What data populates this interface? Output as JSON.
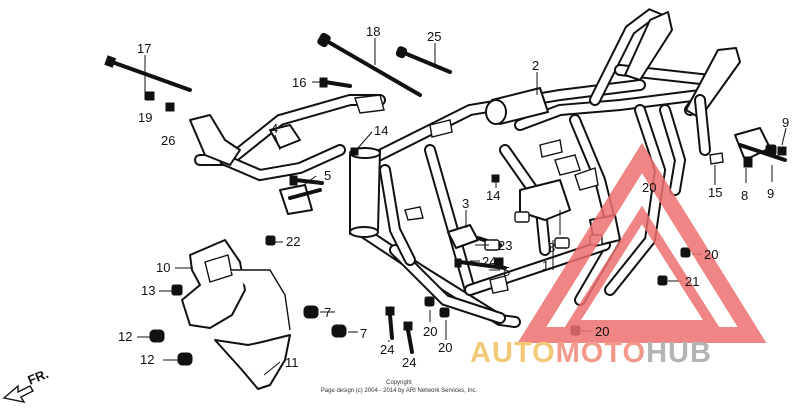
{
  "callouts": [
    "1",
    "2",
    "3",
    "4",
    "5",
    "5",
    "7",
    "7",
    "8",
    "8",
    "9",
    "9",
    "10",
    "11",
    "12",
    "12",
    "13",
    "14",
    "14",
    "15",
    "16",
    "17",
    "18",
    "19",
    "20",
    "20",
    "20",
    "20",
    "20",
    "21",
    "22",
    "23",
    "24",
    "24",
    "24",
    "25",
    "26"
  ],
  "direction_label": "FR.",
  "copyright": {
    "line1": "Copyright",
    "line2": "Page design (c) 2004 - 2014 by ARI Network Services, Inc."
  },
  "watermark": {
    "part1": "AUTO",
    "part2": "MOTO",
    "part3": "HUB",
    "colors": {
      "part1": "#f0c060",
      "part2": "#f08878",
      "part3": "#a7a7a7",
      "triangle": "#ee7070"
    }
  }
}
